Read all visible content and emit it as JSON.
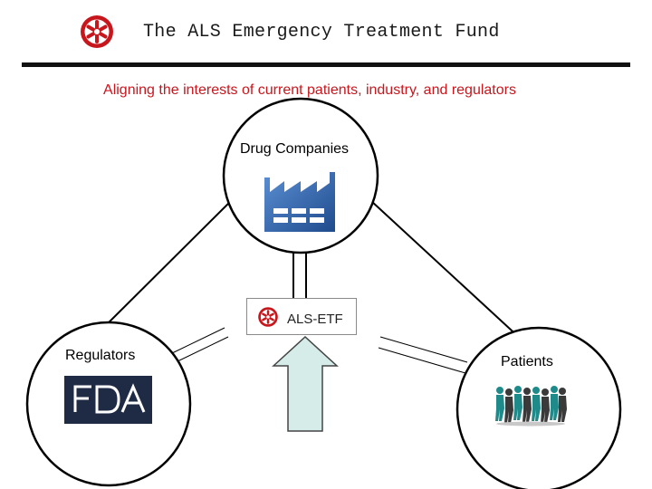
{
  "header": {
    "title": "The ALS Emergency Treatment Fund",
    "logo_icon": "als-etf-asterisk-logo",
    "logo_color": "#c8161d"
  },
  "subtitle": "Aligning the interests of current patients, industry, and regulators",
  "nodes": {
    "drug_companies": {
      "label": "Drug Companies",
      "icon": "factory-icon"
    },
    "regulators": {
      "label": "Regulators",
      "icon": "fda-logo",
      "logo_text": "FDA"
    },
    "patients": {
      "label": "Patients",
      "icon": "people-chain-icon"
    }
  },
  "center": {
    "label": "ALS-ETF",
    "icon": "als-etf-asterisk-logo",
    "arrow": "up-arrow"
  },
  "colors": {
    "accent_red": "#c8161d",
    "factory_blue": "#2d5fa6",
    "fda_navy": "#1f2a44",
    "arrow_fill": "#d5ece9"
  }
}
